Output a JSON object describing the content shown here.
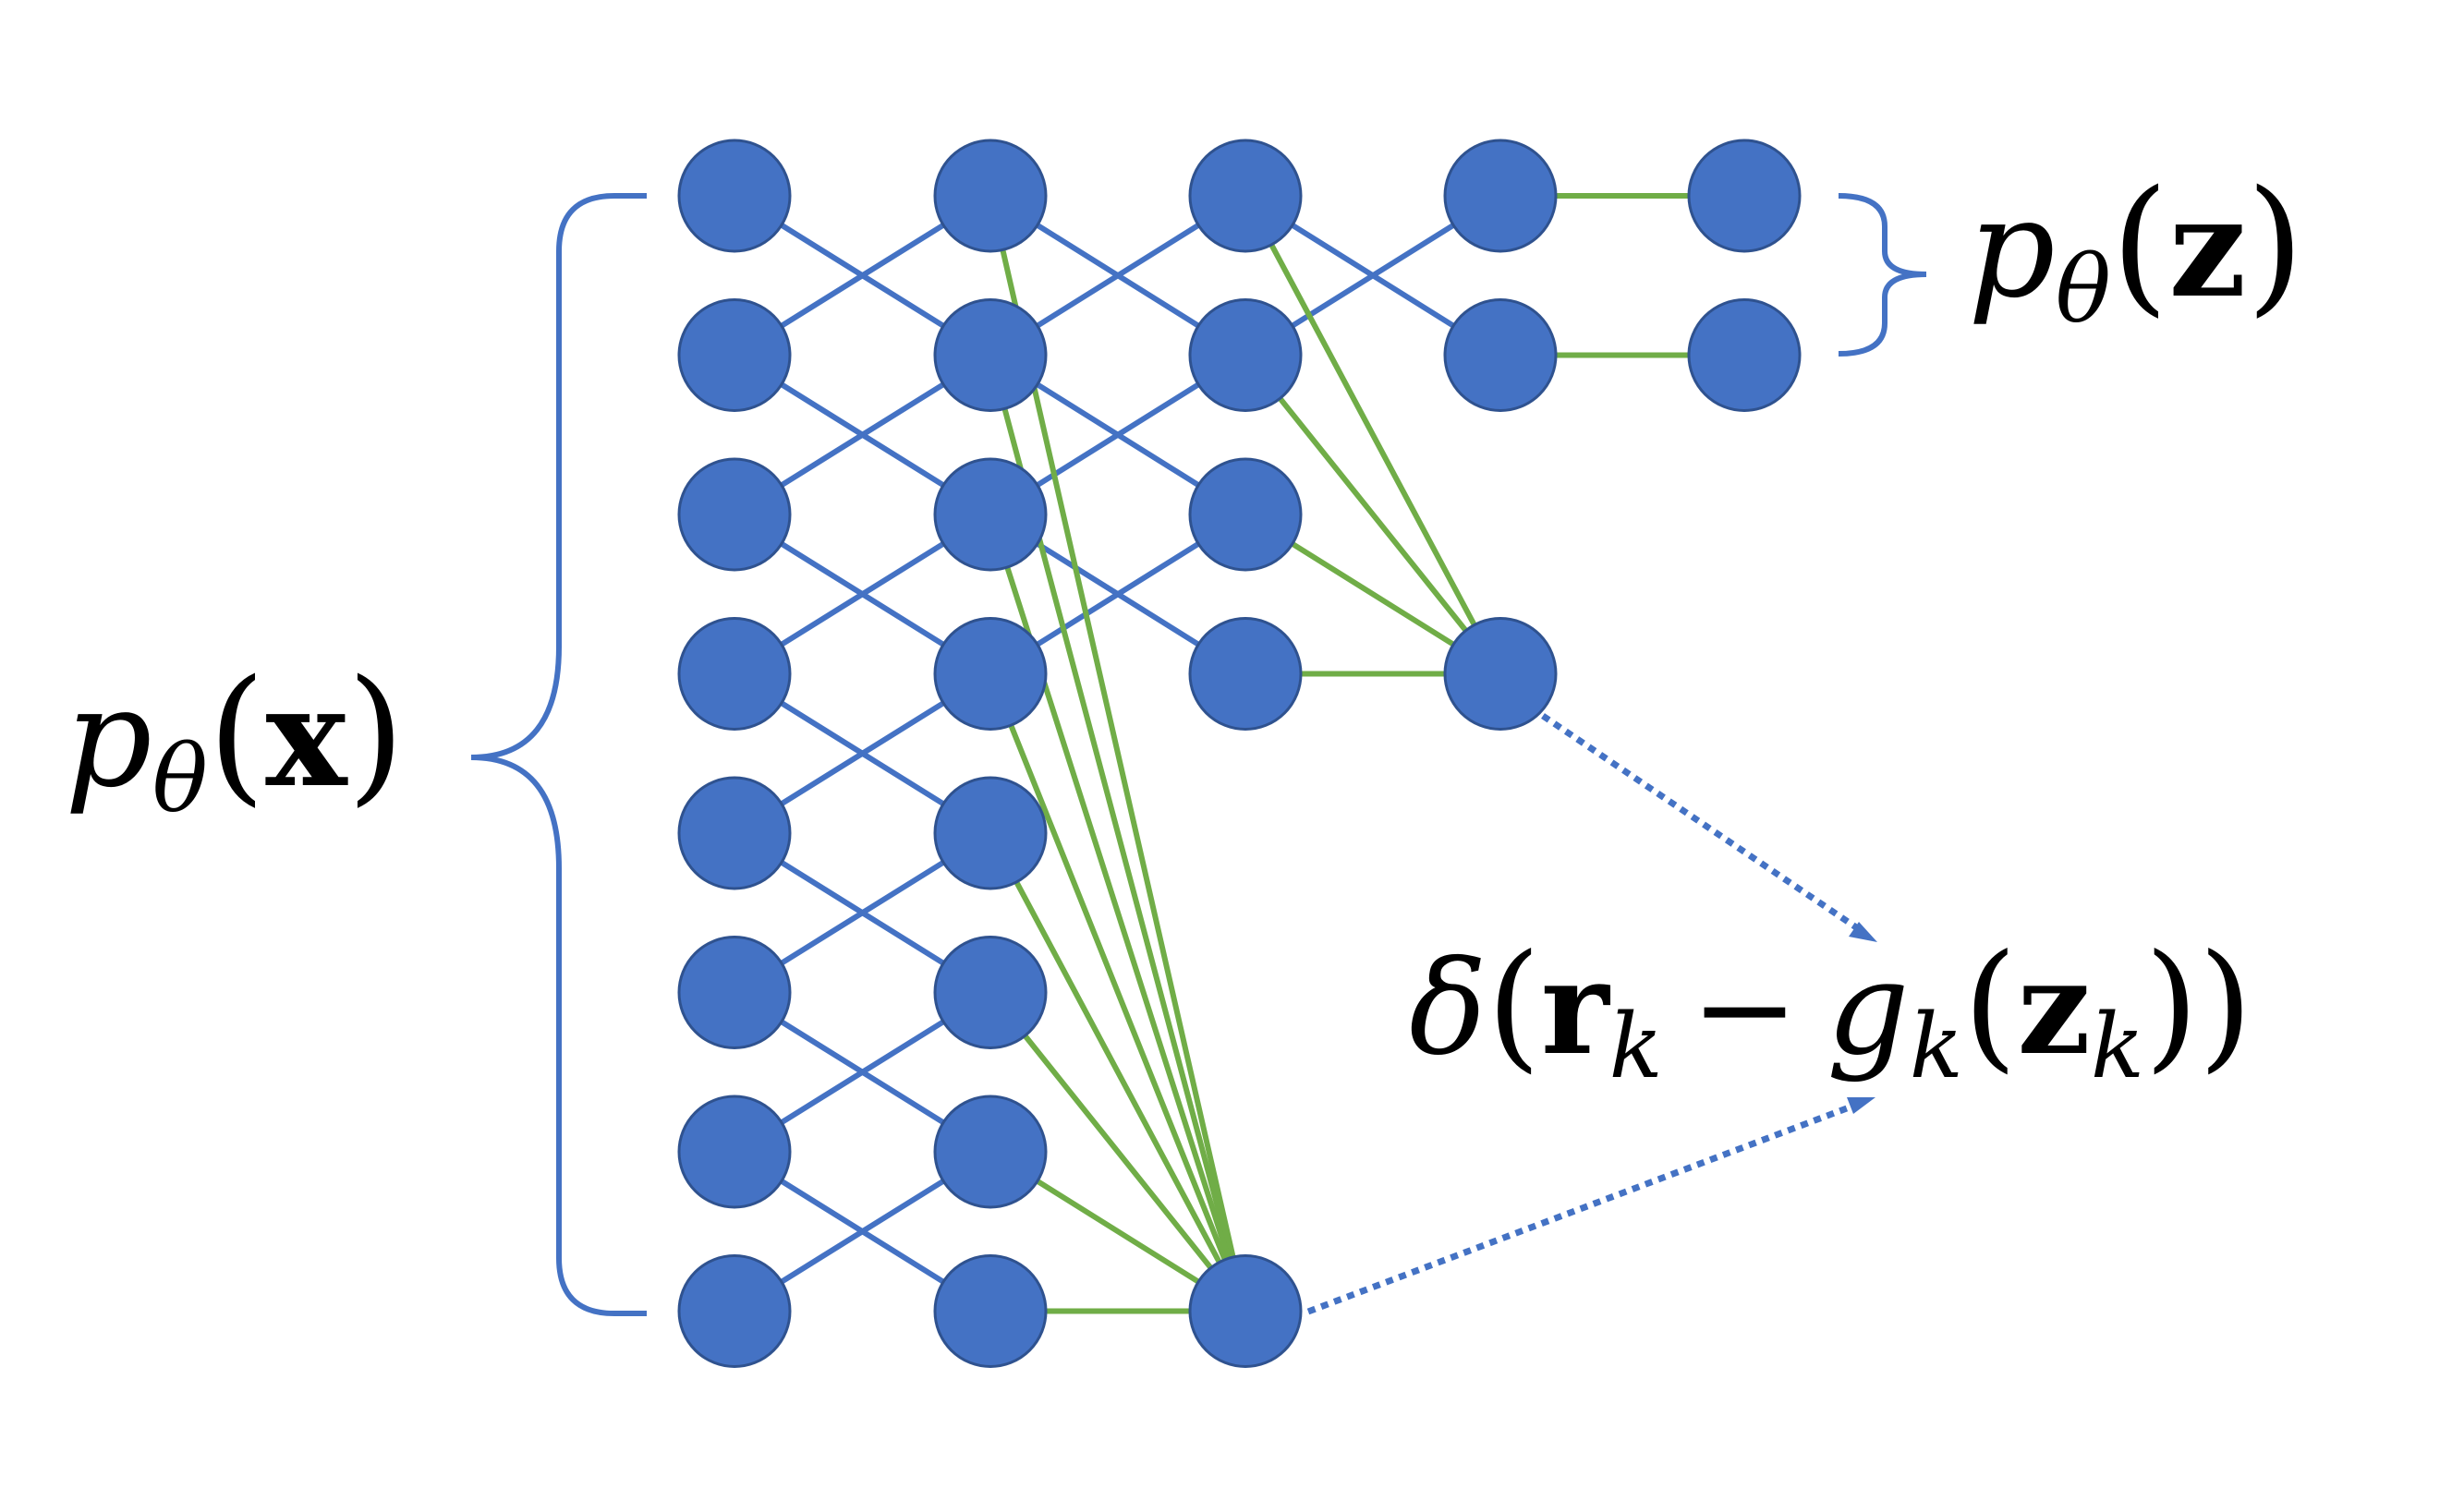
{
  "diagram": {
    "colors": {
      "node_fill": "#4472C4",
      "node_stroke": "#2F528F",
      "lattice_edge": "#4472C4",
      "output_edge": "#70AD47",
      "brace": "#4472C4",
      "text": "#000000"
    },
    "labels": {
      "px": {
        "p": "p",
        "theta": "θ",
        "open": "(",
        "var": "x",
        "close": ")"
      },
      "pz": {
        "p": "p",
        "theta": "θ",
        "open": "(",
        "var": "z",
        "close": ")"
      },
      "delta": {
        "delta": "δ",
        "open": "(",
        "r": "r",
        "k1": "k",
        "minus": "−",
        "g": "g",
        "k2": "k",
        "open2": "(",
        "z": "z",
        "k3": "k",
        "close": "))"
      }
    }
  }
}
